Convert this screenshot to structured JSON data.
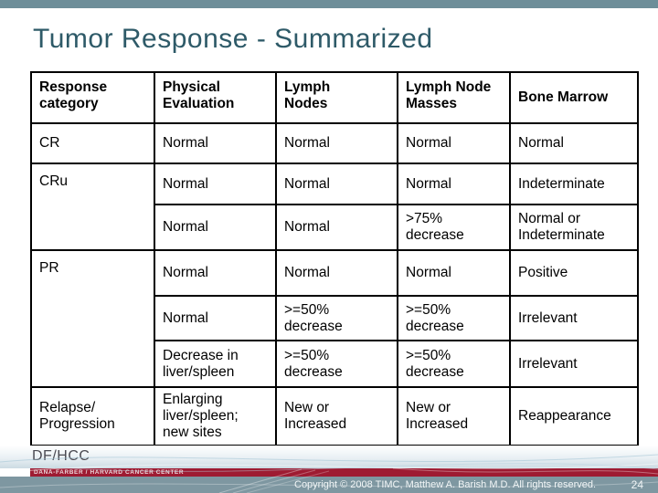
{
  "title": "Tumor Response - Summarized",
  "table": {
    "headers": [
      "Response\ncategory",
      "Physical\nEvaluation",
      "Lymph\nNodes",
      "Lymph Node\nMasses",
      "Bone Marrow"
    ],
    "rows": [
      {
        "category": "CR",
        "cells": [
          "Normal",
          "Normal",
          "Normal",
          "Normal"
        ]
      },
      {
        "category": "CRu",
        "cells": [
          "Normal",
          "Normal",
          "Normal",
          "Indeterminate"
        ]
      },
      {
        "cells": [
          "Normal",
          "Normal",
          ">75%\ndecrease",
          "Normal or\nIndeterminate"
        ]
      },
      {
        "category": "PR",
        "cells": [
          "Normal",
          "Normal",
          "Normal",
          "Positive"
        ]
      },
      {
        "cells": [
          "Normal",
          ">=50%\ndecrease",
          ">=50%\ndecrease",
          "Irrelevant"
        ]
      },
      {
        "cells": [
          "Decrease in\nliver/spleen",
          ">=50%\ndecrease",
          ">=50%\ndecrease",
          "Irrelevant"
        ]
      },
      {
        "category": "Relapse/\nProgression",
        "cells": [
          "Enlarging\nliver/spleen;\nnew sites",
          "New or\nIncreased",
          "New or\nIncreased",
          "Reappearance"
        ]
      }
    ]
  },
  "footer": {
    "logo_text": "DF/HCC",
    "logo_subtitle": "DANA-FARBER / HARVARD CANCER CENTER",
    "copyright": "Copyright © 2008 TIMC, Matthew A. Barish M.D.  All rights reserved.",
    "page_number": "24"
  },
  "colors": {
    "top_bar": "#6E8E99",
    "title_text": "#2E5A68",
    "maroon": "#9E1B32",
    "footer_band": "#7E97A1"
  }
}
